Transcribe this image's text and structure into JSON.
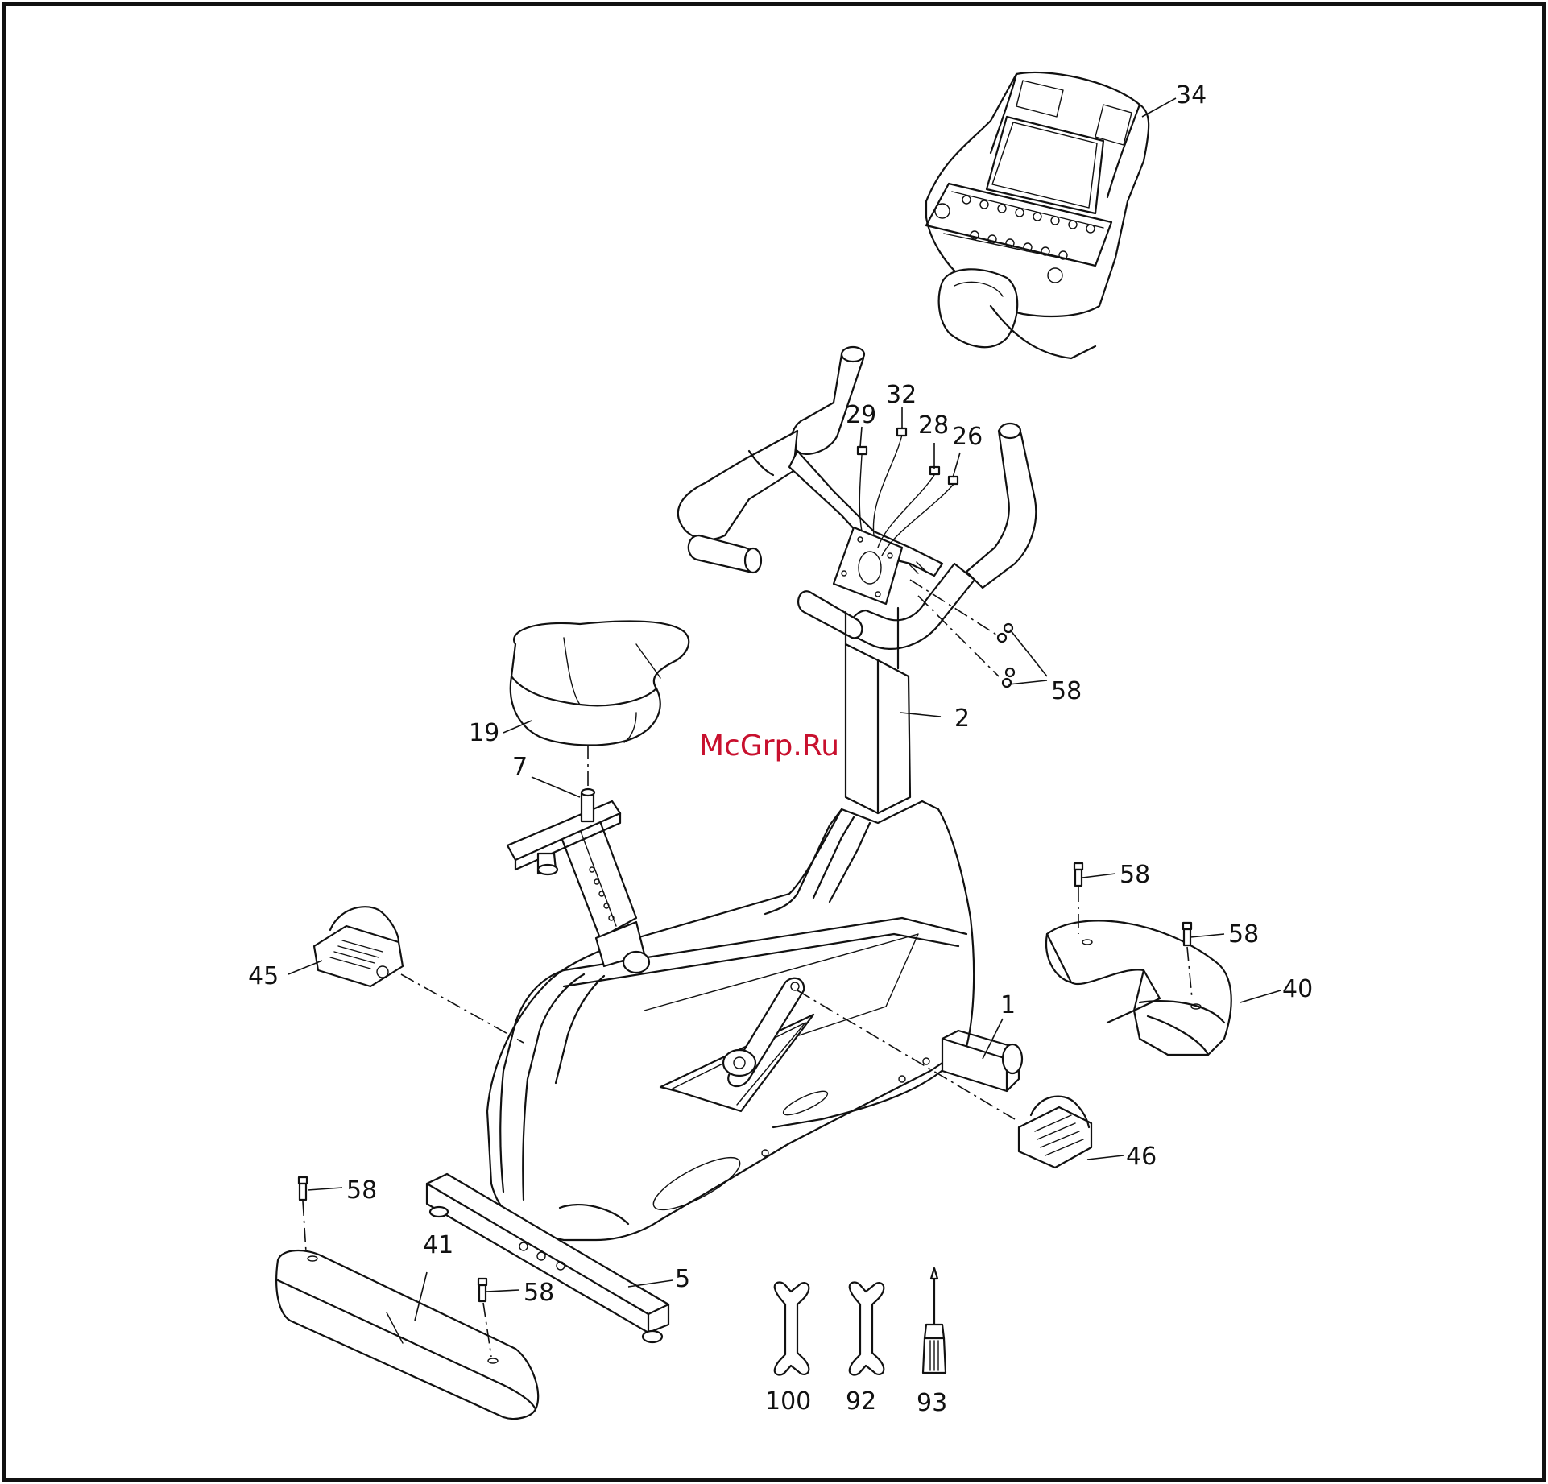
{
  "watermark": "McGrp.Ru",
  "labels": {
    "p34": "34",
    "p29": "29",
    "p32": "32",
    "p28": "28",
    "p26": "26",
    "p58a": "58",
    "p2": "2",
    "p19": "19",
    "p7": "7",
    "p58b": "58",
    "p58c": "58",
    "p40": "40",
    "p45": "45",
    "p1": "1",
    "p46": "46",
    "p58d": "58",
    "p41": "41",
    "p58e": "58",
    "p5": "5",
    "p100": "100",
    "p92": "92",
    "p93": "93"
  }
}
